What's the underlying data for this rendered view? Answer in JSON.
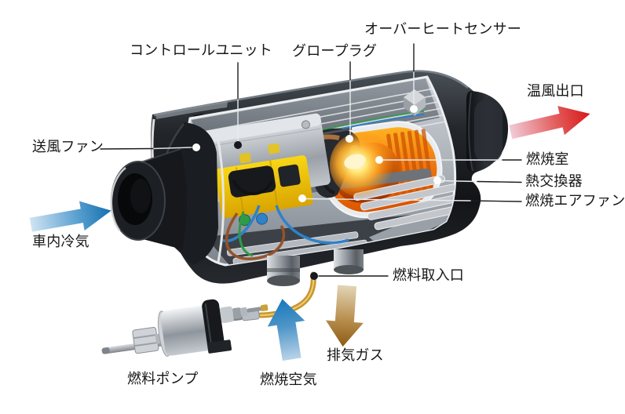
{
  "labels": {
    "control_unit": "コントロールユニット",
    "glow_plug": "グロープラグ",
    "overheat_sensor": "オーバーヒートセンサー",
    "warm_air_outlet": "温風出口",
    "blower_fan": "送風ファン",
    "combustion_chamber": "燃焼室",
    "heat_exchanger": "熱交換器",
    "combustion_air_fan": "燃焼エアファン",
    "cabin_cold_air": "車内冷気",
    "fuel_inlet": "燃料取入口",
    "exhaust_gas": "排気ガス",
    "combustion_air": "燃焼空気",
    "fuel_pump": "燃料ポンプ"
  },
  "arrows": {
    "cabin_cold_air": {
      "direction": "right",
      "color_from": "#cfe4f2",
      "color_to": "#1270ae"
    },
    "warm_air_outlet": {
      "direction": "right",
      "color_from": "#f1cbd7",
      "color_to": "#d81717"
    },
    "combustion_air": {
      "direction": "up",
      "color_from": "#b9d3e8",
      "color_to": "#1878bc"
    },
    "exhaust_gas": {
      "direction": "down",
      "color_from": "#e2d5b6",
      "color_to": "#8d5a14"
    }
  },
  "palette": {
    "housing_black": "#16181b",
    "combustion_orange": "#f07a10",
    "connector_yellow": "#eec31a",
    "metal_silver": "#b7bcc2",
    "fuel_pipe_gold": "#c6952e",
    "background": "#ffffff"
  }
}
